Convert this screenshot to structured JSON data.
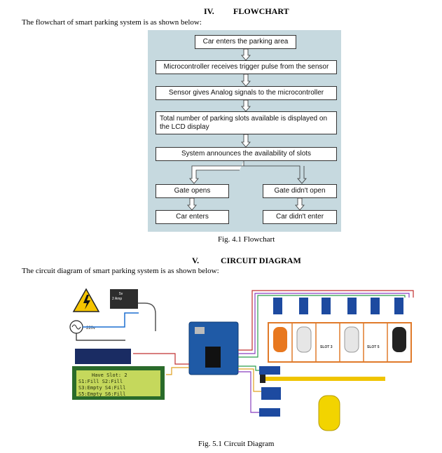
{
  "section4": {
    "number": "IV.",
    "title": "FLOWCHART",
    "intro": "The flowchart of smart parking system is as shown below:"
  },
  "flowchart": {
    "steps": [
      "Car enters the parking area",
      "Microcontroller receives trigger pulse from the sensor",
      "Sensor gives Analog signals to the microcontroller",
      "Total number of parking slots available is displayed on the LCD display",
      "System announces the availability of slots"
    ],
    "left_branch": [
      "Gate opens",
      "Car enters"
    ],
    "right_branch": [
      "Gate didn't open",
      "Car didn't enter"
    ],
    "caption": "Fig. 4.1 Flowchart"
  },
  "section5": {
    "number": "V.",
    "title": "CIRCUIT DIAGRAM",
    "intro": "The circuit diagram of smart parking system is as shown below:"
  },
  "circuit": {
    "power_label": "5v\n2 Amp",
    "power_line1": "5v",
    "power_line2": "2 Amp",
    "ac_label": "220v",
    "lcd_lines": [
      "Have Slot: 2",
      "S1:Fill   S2:Fill",
      "S3:Empty  S4:Fill",
      "S5:Empty  S6:Fill"
    ],
    "slot_labels": [
      "SLOT 3",
      "SLOT 5"
    ],
    "caption": "Fig. 5.1 Circuit Diagram"
  }
}
